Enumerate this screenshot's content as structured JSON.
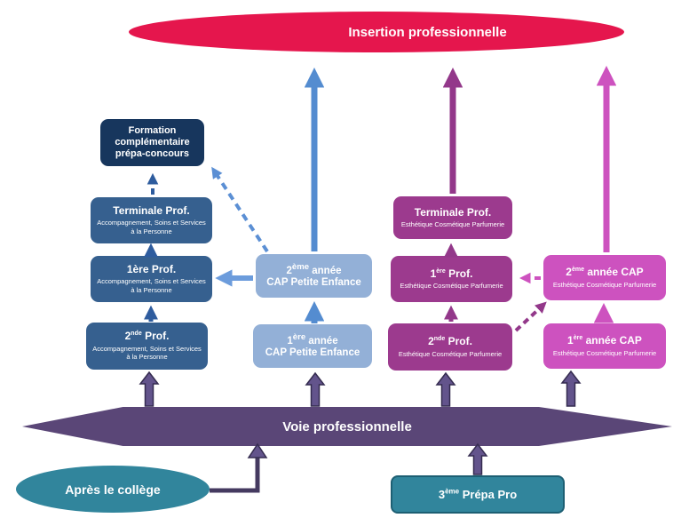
{
  "title": "Parcours voie professionnelle",
  "insertion": {
    "label": "Insertion professionnelle"
  },
  "formation": {
    "label": "Formation complémentaire prépa-concours"
  },
  "columns": {
    "assp": {
      "terminale": {
        "pre": "Terminale Prof.",
        "sup": "",
        "post": "",
        "subtitle": "Accompagnement, Soins et Services à la Personne"
      },
      "premiere": {
        "pre": "1ère Prof.",
        "sup": "",
        "post": "",
        "subtitle": "Accompagnement, Soins et Services à la Personne"
      },
      "seconde": {
        "pre": "2",
        "sup": "nde",
        "post": " Prof.",
        "subtitle": "Accompagnement, Soins et Services à la Personne"
      }
    },
    "cap_petite_enfance": {
      "annee2": {
        "pre": "2",
        "sup": "ème",
        "post": " année",
        "line2": "CAP Petite Enfance"
      },
      "annee1": {
        "pre": "1",
        "sup": "ère",
        "post": " année",
        "line2": "CAP Petite Enfance"
      }
    },
    "esthetique": {
      "terminale": {
        "pre": "Terminale Prof.",
        "sup": "",
        "post": "",
        "subtitle": "Esthétique Cosmétique Parfumerie"
      },
      "premiere": {
        "pre": "1",
        "sup": "ère",
        "post": " Prof.",
        "subtitle": "Esthétique Cosmétique Parfumerie"
      },
      "seconde": {
        "pre": "2",
        "sup": "nde",
        "post": " Prof.",
        "subtitle": "Esthétique Cosmétique Parfumerie"
      }
    },
    "cap_esthetique": {
      "annee2": {
        "pre": "2",
        "sup": "ème",
        "post": " année CAP",
        "subtitle": "Esthétique Cosmétique Parfumerie"
      },
      "annee1": {
        "pre": "1",
        "sup": "ère",
        "post": " année CAP",
        "subtitle": "Esthétique Cosmétique Parfumerie"
      }
    }
  },
  "banner": {
    "label": "Voie professionnelle"
  },
  "entry": {
    "college": {
      "label": "Après le collège"
    },
    "prepa_pro": {
      "pre": "3",
      "sup": "ème",
      "post": " Prépa Pro"
    }
  },
  "palette": {
    "insertion_red": "#E5164D",
    "navy": "#17365D",
    "medium_blue": "#36608F",
    "light_blue": "#93B0D7",
    "blue_arrow": "#548CD0",
    "light_blue_arrow": "#6C9CDC",
    "purple": "#9C3A8E",
    "purple_arrow": "#93388A",
    "pink": "#CD52BF",
    "banner_purple": "#5A4677",
    "block_arrow_purple": "#63548C",
    "teal": "#31859C"
  },
  "connections": [
    {
      "from": "2nde Prof. ASSP",
      "to": "1ère Prof. ASSP",
      "style": "solid"
    },
    {
      "from": "1ère Prof. ASSP",
      "to": "Terminale Prof. ASSP",
      "style": "solid"
    },
    {
      "from": "Terminale Prof. ASSP",
      "to": "Formation complémentaire prépa-concours",
      "style": "dashed"
    },
    {
      "from": "1ère année CAP Petite Enfance",
      "to": "2ème année CAP Petite Enfance",
      "style": "solid"
    },
    {
      "from": "2ème année CAP Petite Enfance",
      "to": "1ère Prof. ASSP",
      "style": "solid"
    },
    {
      "from": "2ème année CAP Petite Enfance",
      "to": "Formation complémentaire prépa-concours",
      "style": "dashed"
    },
    {
      "from": "2ème année CAP Petite Enfance",
      "to": "Insertion professionnelle",
      "style": "solid"
    },
    {
      "from": "2nde Prof. Esthétique",
      "to": "1ère Prof. Esthétique",
      "style": "solid"
    },
    {
      "from": "1ère Prof. Esthétique",
      "to": "Terminale Prof. Esthétique",
      "style": "solid"
    },
    {
      "from": "Terminale Prof. Esthétique",
      "to": "Insertion professionnelle",
      "style": "solid"
    },
    {
      "from": "2nde Prof. Esthétique",
      "to": "2ème année CAP Esthétique",
      "style": "dashed"
    },
    {
      "from": "2ème année CAP Esthétique",
      "to": "1ère Prof. Esthétique",
      "style": "dashed"
    },
    {
      "from": "1ère année CAP Esthétique",
      "to": "2ème année CAP Esthétique",
      "style": "solid"
    },
    {
      "from": "2ème année CAP Esthétique",
      "to": "Insertion professionnelle",
      "style": "solid"
    },
    {
      "from": "Voie professionnelle",
      "to": "2nde Prof. ASSP",
      "style": "block"
    },
    {
      "from": "Voie professionnelle",
      "to": "1ère année CAP Petite Enfance",
      "style": "block"
    },
    {
      "from": "Voie professionnelle",
      "to": "2nde Prof. Esthétique",
      "style": "block"
    },
    {
      "from": "Voie professionnelle",
      "to": "1ère année CAP Esthétique",
      "style": "block"
    },
    {
      "from": "Après le collège",
      "to": "Voie professionnelle",
      "style": "elbow"
    },
    {
      "from": "3ème Prépa Pro",
      "to": "Voie professionnelle",
      "style": "block"
    }
  ]
}
